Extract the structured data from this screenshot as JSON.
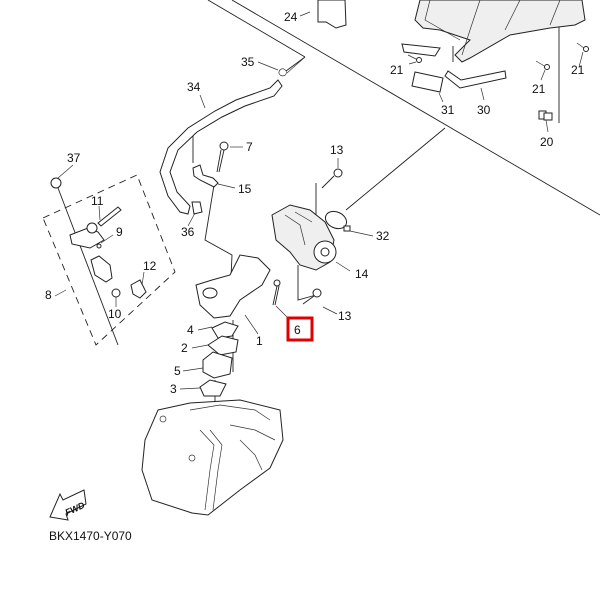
{
  "diagram": {
    "reference_code": "BKX1470-Y070",
    "direction_badge": "FWD",
    "highlight_color": "#e00000",
    "highlighted_part": "6",
    "callouts": {
      "p1": "1",
      "p2": "2",
      "p3": "3",
      "p4": "4",
      "p5": "5",
      "p6": "6",
      "p7": "7",
      "p8": "8",
      "p9": "9",
      "p10": "10",
      "p11": "11",
      "p12": "12",
      "p13a": "13",
      "p13b": "13",
      "p14": "14",
      "p15": "15",
      "p20": "20",
      "p21a": "21",
      "p21b": "21",
      "p21c": "21",
      "p24": "24",
      "p30": "30",
      "p31": "31",
      "p32": "32",
      "p34": "34",
      "p35": "35",
      "p36": "36",
      "p37": "37"
    }
  }
}
